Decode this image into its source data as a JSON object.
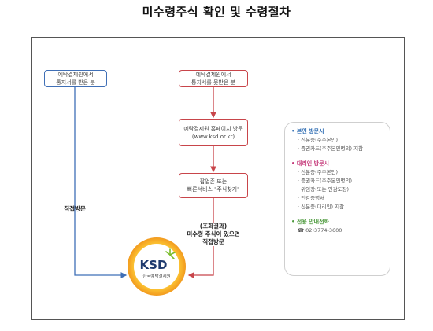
{
  "title": "미수령주식 확인 및 수령절차",
  "colors": {
    "blue": "#3f6fb6",
    "red": "#c8454a",
    "blue_head": "#2f6db3",
    "pink_head": "#c53a7a",
    "green_head": "#4e9a3e",
    "logo_orange": "#f29a1e",
    "logo_yellow": "#ffd23a",
    "logo_green": "#7bbd2c"
  },
  "left_box": "예탁결제원에서\n통지서를 받은 분",
  "right_boxes": [
    "예탁결제원에서\n통지서를 못받은 분",
    "예탁결제원 홈페이지 방문\n(www.ksd.or.kr)",
    "팝업존 또는\n빠른서비스 \"주식찾기\""
  ],
  "left_label": "직접방문",
  "right_label": "(조회결과)\n미수령 주식이 있으면\n직접방문",
  "logo": {
    "text": "KSD",
    "sub": "한국예탁결제원"
  },
  "info": {
    "sections": [
      {
        "heading": "본인 방문시",
        "color_key": "blue_head",
        "items": [
          "신분증(주주본인)",
          "증권카드(주주본인명의) 지참"
        ]
      },
      {
        "heading": "대리인 방문시",
        "color_key": "pink_head",
        "items": [
          "신분증(주주본인)",
          "증권카드(주주본인명의)",
          "위임장(또는 인감도장)",
          "인감증명서",
          "신분증(대리인) 지참"
        ]
      },
      {
        "heading": "전용 안내전화",
        "color_key": "green_head",
        "items": [
          "☎ 02)3774-3600"
        ]
      }
    ]
  }
}
